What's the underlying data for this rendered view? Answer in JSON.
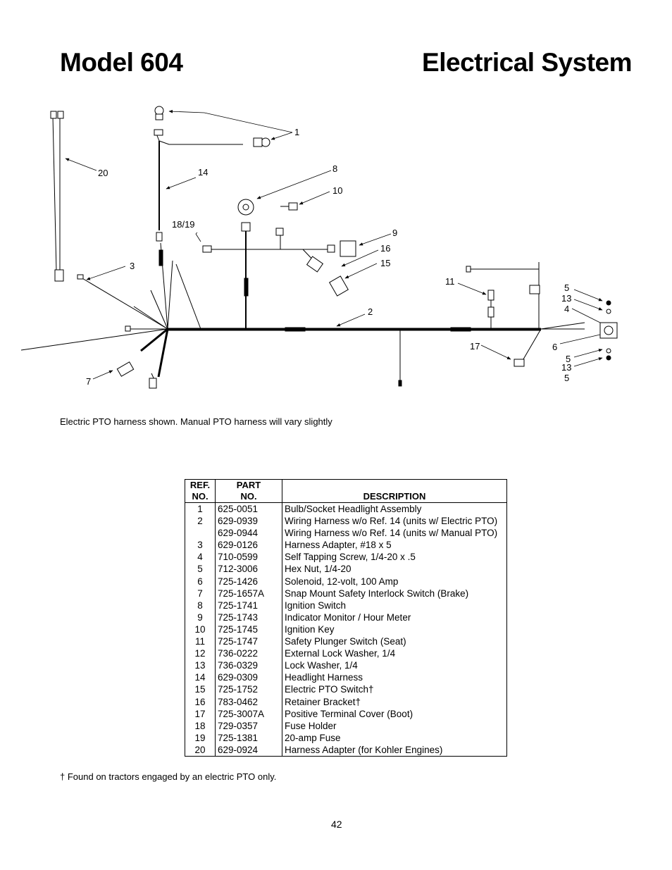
{
  "header": {
    "model": "Model 604",
    "section": "Electrical System"
  },
  "diagram": {
    "callouts": [
      "1",
      "20",
      "14",
      "8",
      "10",
      "18/19",
      "9",
      "16",
      "15",
      "3",
      "11",
      "5",
      "13",
      "4",
      "2",
      "6",
      "17",
      "5",
      "13",
      "5",
      "7"
    ]
  },
  "caption": "Electric PTO harness shown. Manual PTO harness will vary slightly",
  "table": {
    "headers": {
      "ref_line1": "REF.",
      "ref_line2": "NO.",
      "part_line1": "PART",
      "part_line2": "NO.",
      "desc": "DESCRIPTION"
    },
    "rows": [
      {
        "ref": "1",
        "part": "625-0051",
        "desc": "Bulb/Socket Headlight Assembly"
      },
      {
        "ref": "2",
        "part": "629-0939",
        "desc": "Wiring Harness w/o Ref. 14 (units w/ Electric PTO)"
      },
      {
        "ref": "",
        "part": "629-0944",
        "desc": "Wiring Harness w/o Ref. 14 (units w/ Manual PTO)"
      },
      {
        "ref": "3",
        "part": "629-0126",
        "desc": "Harness Adapter, #18 x 5"
      },
      {
        "ref": "4",
        "part": "710-0599",
        "desc": "Self Tapping Screw, 1/4-20 x .5"
      },
      {
        "ref": "5",
        "part": "712-3006",
        "desc": "Hex Nut, 1/4-20"
      },
      {
        "ref": "6",
        "part": "725-1426",
        "desc": "Solenoid, 12-volt, 100 Amp"
      },
      {
        "ref": "7",
        "part": "725-1657A",
        "desc": "Snap Mount Safety Interlock Switch (Brake)"
      },
      {
        "ref": "8",
        "part": "725-1741",
        "desc": "Ignition Switch"
      },
      {
        "ref": "9",
        "part": "725-1743",
        "desc": "Indicator Monitor / Hour Meter"
      },
      {
        "ref": "10",
        "part": "725-1745",
        "desc": "Ignition Key"
      },
      {
        "ref": "11",
        "part": "725-1747",
        "desc": "Safety Plunger Switch (Seat)"
      },
      {
        "ref": "12",
        "part": "736-0222",
        "desc": "External Lock Washer, 1/4"
      },
      {
        "ref": "13",
        "part": "736-0329",
        "desc": "Lock Washer, 1/4"
      },
      {
        "ref": "14",
        "part": "629-0309",
        "desc": "Headlight Harness"
      },
      {
        "ref": "15",
        "part": "725-1752",
        "desc": "Electric PTO Switch†"
      },
      {
        "ref": "16",
        "part": "783-0462",
        "desc": "Retainer Bracket†"
      },
      {
        "ref": "17",
        "part": "725-3007A",
        "desc": "Positive Terminal Cover (Boot)"
      },
      {
        "ref": "18",
        "part": "729-0357",
        "desc": "Fuse Holder"
      },
      {
        "ref": "19",
        "part": "725-1381",
        "desc": "20-amp Fuse"
      },
      {
        "ref": "20",
        "part": "629-0924",
        "desc": "Harness Adapter (for Kohler Engines)"
      }
    ]
  },
  "footnote": "† Found on tractors engaged by an electric PTO only.",
  "page_number": "42"
}
